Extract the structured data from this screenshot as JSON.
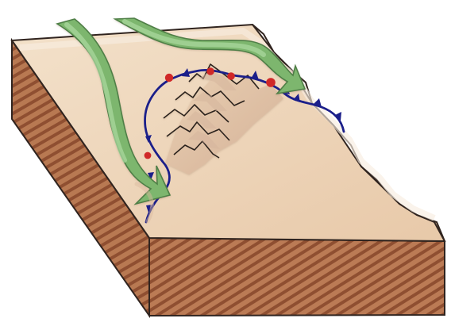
{
  "diagram": {
    "kind": "block-diagram",
    "colors": {
      "background": "#ffffff",
      "surface": "#f0d9bf",
      "surface_shadow": "#e7c7a7",
      "side_front": "#bb7b55",
      "side_left": "#b87952",
      "stripe": "#8f4f31",
      "outline": "#30241f",
      "arrow_fill": "#7db66e",
      "arrow_edge": "#4f7f47",
      "warm_front": "#d02828",
      "cold_front": "#1b1f8a"
    },
    "elements": {
      "arrows": [
        "left-flow-arrow",
        "top-flow-arrow"
      ],
      "icons": [
        "mountain-ridge-icon",
        "front-line-icon"
      ]
    }
  }
}
